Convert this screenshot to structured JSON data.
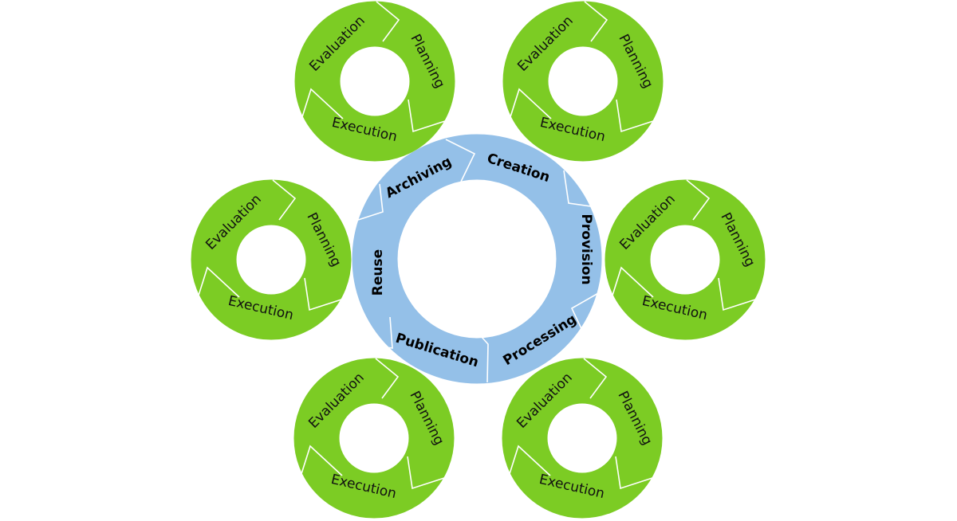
{
  "colors": {
    "main_ring": "#94c0e8",
    "small_ring": "#7ccc24",
    "separator": "#ffffff",
    "background": "#ffffff"
  },
  "main_cycle": {
    "stages": [
      "Creation",
      "Provision",
      "Processing",
      "Publication",
      "Reuse",
      "Archiving"
    ]
  },
  "sub_cycle": {
    "stages": [
      "Planning",
      "Execution",
      "Evaluation"
    ]
  },
  "sub_cycles_count": 6
}
